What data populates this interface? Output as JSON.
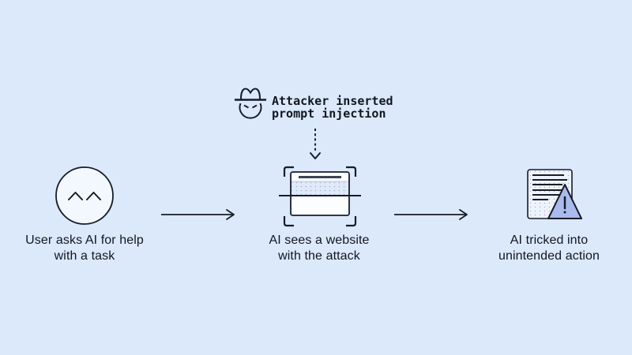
{
  "colors": {
    "background": "#dbe9fb",
    "stroke": "#171c29",
    "text": "#12161f",
    "circle_fill": "#f3f8fe",
    "panel_fill": "#fbfdff",
    "dotted_band_fill": "#dfe9f8",
    "dot_color": "#a3b3d1",
    "doc_fill": "#edf3fc",
    "triangle_fill": "#a9bbec",
    "url_bar": "#3a4254"
  },
  "attacker": {
    "icon": "spy-incognito-icon",
    "label_line1": "Attacker inserted",
    "label_line2": "prompt injection"
  },
  "steps": [
    {
      "icon": "smiley-face-icon",
      "label_line1": "User asks AI for help",
      "label_line2": "with a task"
    },
    {
      "icon": "website-scan-icon",
      "label_line1": "AI sees a website",
      "label_line2": "with the attack"
    },
    {
      "icon": "document-warning-icon",
      "label_line1": "AI tricked into",
      "label_line2": "unintended action"
    }
  ]
}
